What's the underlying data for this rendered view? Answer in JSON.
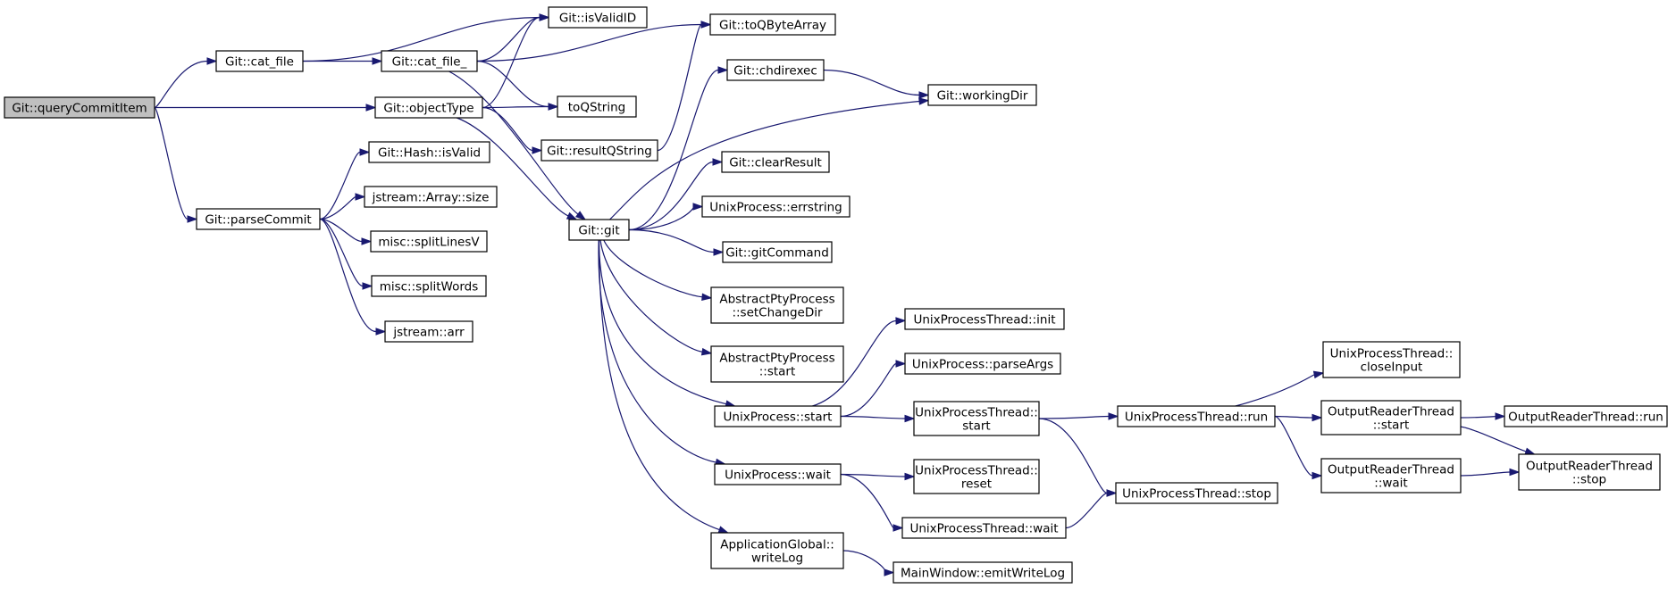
{
  "graph": {
    "colors": {
      "edge": "#191970",
      "node_border": "#000000",
      "root_fill": "#bfbfbf",
      "node_fill": "#ffffff"
    },
    "nodes": {
      "queryCommitItem": {
        "lines": [
          "Git::queryCommitItem"
        ],
        "root": true
      },
      "cat_file": {
        "lines": [
          "Git::cat_file"
        ]
      },
      "objectType": {
        "lines": [
          "Git::objectType"
        ]
      },
      "parseCommit": {
        "lines": [
          "Git::parseCommit"
        ]
      },
      "isValidID": {
        "lines": [
          "Git::isValidID"
        ]
      },
      "cat_file_": {
        "lines": [
          "Git::cat_file_"
        ]
      },
      "hashIsValid": {
        "lines": [
          "Git::Hash::isValid"
        ]
      },
      "arraySize": {
        "lines": [
          "jstream::Array::size"
        ]
      },
      "splitLinesV": {
        "lines": [
          "misc::splitLinesV"
        ]
      },
      "splitWords": {
        "lines": [
          "misc::splitWords"
        ]
      },
      "arr": {
        "lines": [
          "jstream::arr"
        ]
      },
      "toQString": {
        "lines": [
          "toQString"
        ]
      },
      "resultQString": {
        "lines": [
          "Git::resultQString"
        ]
      },
      "git": {
        "lines": [
          "Git::git"
        ]
      },
      "toQByteArray": {
        "lines": [
          "Git::toQByteArray"
        ]
      },
      "chdirexec": {
        "lines": [
          "Git::chdirexec"
        ]
      },
      "workingDir": {
        "lines": [
          "Git::workingDir"
        ]
      },
      "clearResult": {
        "lines": [
          "Git::clearResult"
        ]
      },
      "errstring": {
        "lines": [
          "UnixProcess::errstring"
        ]
      },
      "gitCommand": {
        "lines": [
          "Git::gitCommand"
        ]
      },
      "setChangeDir": {
        "lines": [
          "AbstractPtyProcess",
          "::setChangeDir"
        ]
      },
      "aptyStart": {
        "lines": [
          "AbstractPtyProcess",
          "::start"
        ]
      },
      "upStart": {
        "lines": [
          "UnixProcess::start"
        ]
      },
      "upWait": {
        "lines": [
          "UnixProcess::wait"
        ]
      },
      "writeLog": {
        "lines": [
          "ApplicationGlobal::",
          "writeLog"
        ]
      },
      "uptInit": {
        "lines": [
          "UnixProcessThread::init"
        ]
      },
      "parseArgs": {
        "lines": [
          "UnixProcess::parseArgs"
        ]
      },
      "uptStart": {
        "lines": [
          "UnixProcessThread::",
          "start"
        ]
      },
      "uptReset": {
        "lines": [
          "UnixProcessThread::",
          "reset"
        ]
      },
      "uptWait": {
        "lines": [
          "UnixProcessThread::wait"
        ]
      },
      "emitWriteLog": {
        "lines": [
          "MainWindow::emitWriteLog"
        ]
      },
      "uptRun": {
        "lines": [
          "UnixProcessThread::run"
        ]
      },
      "uptStop": {
        "lines": [
          "UnixProcessThread::stop"
        ]
      },
      "closeInput": {
        "lines": [
          "UnixProcessThread::",
          "closeInput"
        ]
      },
      "ortStart": {
        "lines": [
          "OutputReaderThread",
          "::start"
        ]
      },
      "ortWait": {
        "lines": [
          "OutputReaderThread",
          "::wait"
        ]
      },
      "ortRun": {
        "lines": [
          "OutputReaderThread::run"
        ]
      },
      "ortStop": {
        "lines": [
          "OutputReaderThread",
          "::stop"
        ]
      }
    },
    "edges": [
      [
        "queryCommitItem",
        "cat_file"
      ],
      [
        "queryCommitItem",
        "objectType"
      ],
      [
        "queryCommitItem",
        "parseCommit"
      ],
      [
        "cat_file",
        "isValidID"
      ],
      [
        "cat_file",
        "cat_file_"
      ],
      [
        "cat_file_",
        "isValidID"
      ],
      [
        "cat_file_",
        "toQByteArray"
      ],
      [
        "cat_file_",
        "toQString"
      ],
      [
        "cat_file_",
        "git"
      ],
      [
        "objectType",
        "isValidID"
      ],
      [
        "objectType",
        "toQString"
      ],
      [
        "objectType",
        "resultQString"
      ],
      [
        "objectType",
        "git"
      ],
      [
        "resultQString",
        "toQByteArray"
      ],
      [
        "parseCommit",
        "hashIsValid"
      ],
      [
        "parseCommit",
        "arraySize"
      ],
      [
        "parseCommit",
        "splitLinesV"
      ],
      [
        "parseCommit",
        "splitWords"
      ],
      [
        "parseCommit",
        "arr"
      ],
      [
        "git",
        "chdirexec"
      ],
      [
        "git",
        "workingDir"
      ],
      [
        "git",
        "clearResult"
      ],
      [
        "git",
        "errstring"
      ],
      [
        "git",
        "gitCommand"
      ],
      [
        "git",
        "setChangeDir"
      ],
      [
        "git",
        "aptyStart"
      ],
      [
        "git",
        "upStart"
      ],
      [
        "git",
        "upWait"
      ],
      [
        "git",
        "writeLog"
      ],
      [
        "chdirexec",
        "workingDir"
      ],
      [
        "upStart",
        "uptInit"
      ],
      [
        "upStart",
        "parseArgs"
      ],
      [
        "upStart",
        "uptStart"
      ],
      [
        "upWait",
        "uptReset"
      ],
      [
        "upWait",
        "uptWait"
      ],
      [
        "uptStart",
        "uptRun"
      ],
      [
        "uptStart",
        "uptStop"
      ],
      [
        "uptWait",
        "uptStop"
      ],
      [
        "writeLog",
        "emitWriteLog"
      ],
      [
        "uptRun",
        "closeInput"
      ],
      [
        "uptRun",
        "ortStart"
      ],
      [
        "uptRun",
        "ortWait"
      ],
      [
        "ortStart",
        "ortRun"
      ],
      [
        "ortStart",
        "ortStop"
      ],
      [
        "ortWait",
        "ortStop"
      ]
    ]
  }
}
